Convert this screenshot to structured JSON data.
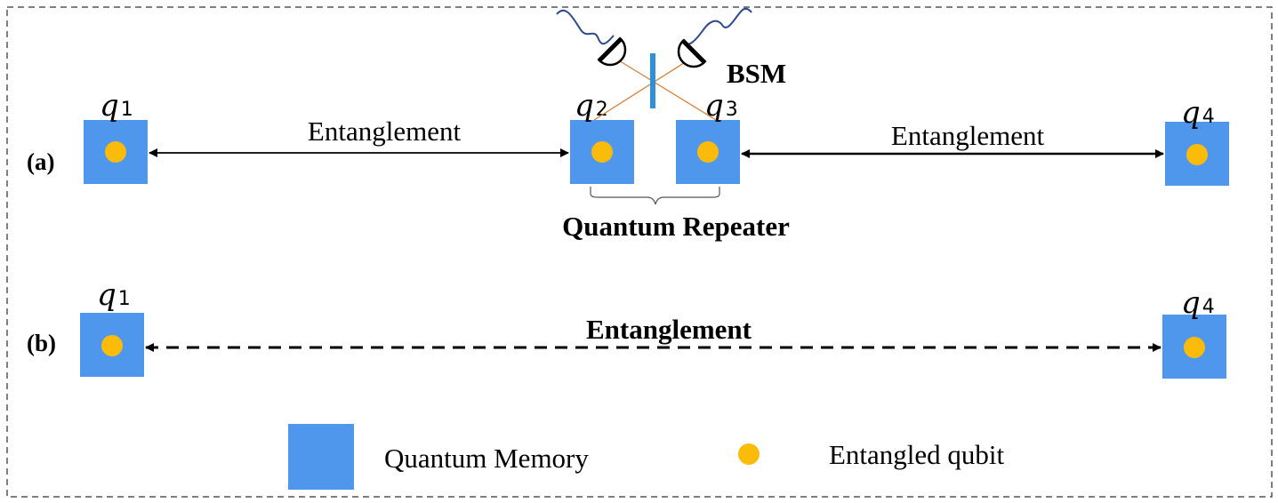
{
  "colors": {
    "memory": "#4f97ec",
    "qubit": "#fbbb0a",
    "border": "#555555",
    "bsm_splitter": "#2f8fd8",
    "bsm_beam": "#d4823a",
    "photon_wave": "#2d4a8c"
  },
  "panel_a": {
    "label": "(a)",
    "qubits": {
      "q1": {
        "letter": "q",
        "sub": "1"
      },
      "q2": {
        "letter": "q",
        "sub": "2"
      },
      "q3": {
        "letter": "q",
        "sub": "3"
      },
      "q4": {
        "letter": "q",
        "sub": "4"
      }
    },
    "link_left": "Entanglement",
    "link_right": "Entanglement",
    "bsm": "BSM",
    "repeater": "Quantum Repeater"
  },
  "panel_b": {
    "label": "(b)",
    "qubits": {
      "q1": {
        "letter": "q",
        "sub": "1"
      },
      "q4": {
        "letter": "q",
        "sub": "4"
      }
    },
    "link": "Entanglement"
  },
  "legend": {
    "memory": "Quantum Memory",
    "qubit": "Entangled qubit"
  }
}
